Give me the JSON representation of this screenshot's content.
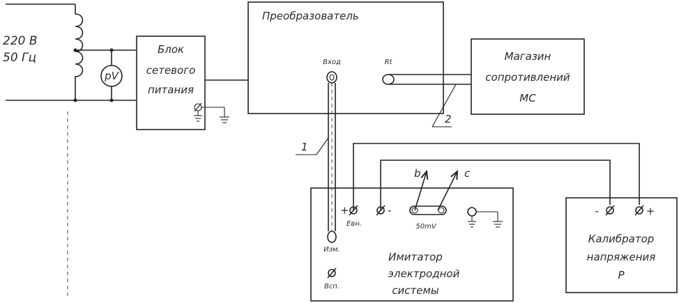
{
  "power_source": {
    "voltage": "220 В",
    "frequency": "50 Гц"
  },
  "voltmeter": {
    "label": "pV"
  },
  "power_supply_block": {
    "line1": "Блок",
    "line2": "сетевого",
    "line3": "питания"
  },
  "converter": {
    "title": "Преобразователь",
    "input_label": "Вход",
    "rt_label": "Rt"
  },
  "resistance_box": {
    "line1": "Магазин",
    "line2": "сопротивлений",
    "line3": "МС"
  },
  "cable_labels": {
    "cable1": "1",
    "cable2": "2"
  },
  "electrode_simulator": {
    "line1": "Имитатор",
    "line2": "электродной",
    "line3": "системы",
    "terminal_izm": "Изм.",
    "terminal_vsp": "Всп.",
    "e_vn_label": "Евн.",
    "plus_sign": "+",
    "minus_sign": "-",
    "range_label": "50mV",
    "point_b": "b",
    "point_c": "c"
  },
  "voltage_calibrator": {
    "line1": "Калибратор",
    "line2": "напряжения",
    "line3": "Р",
    "minus_terminal": "-",
    "plus_terminal": "+"
  }
}
